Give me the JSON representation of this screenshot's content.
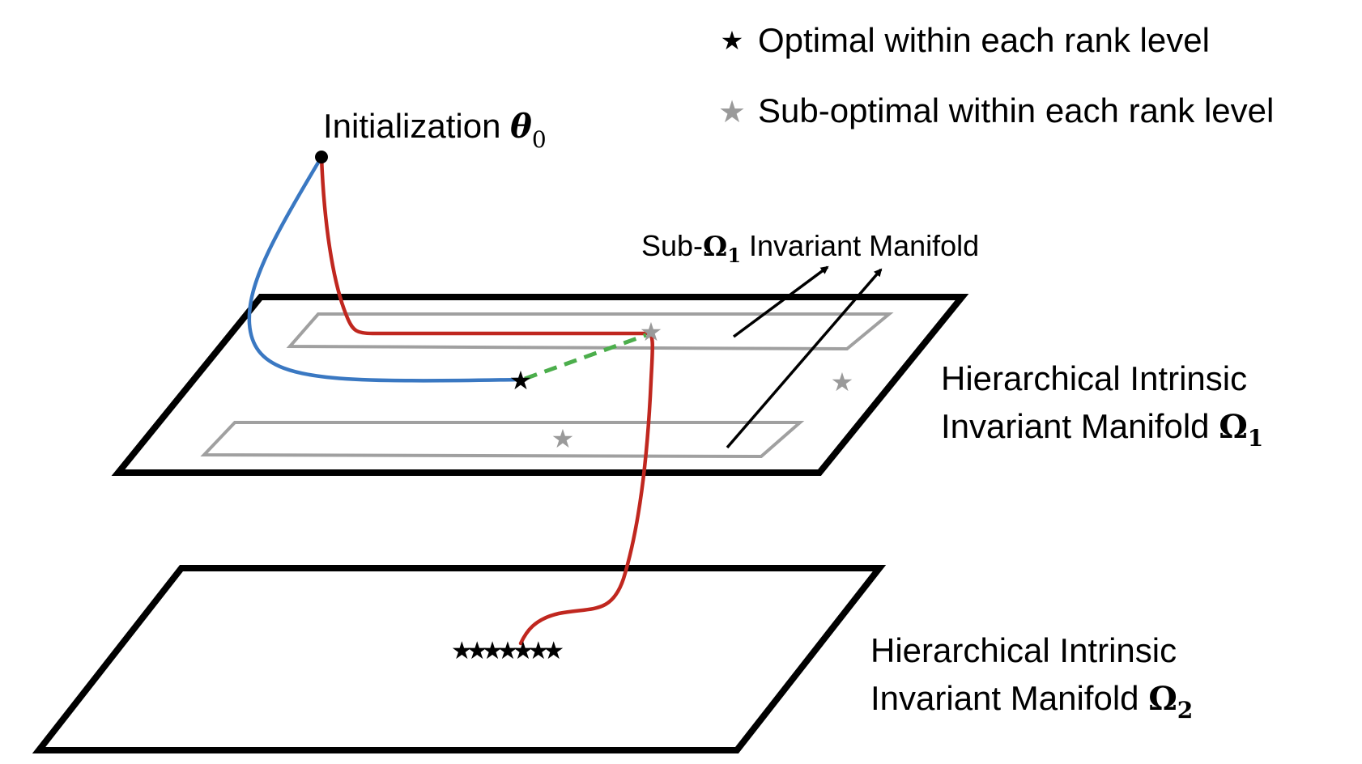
{
  "legend": {
    "optimal": {
      "symbol": "★",
      "label": "Optimal within each rank level",
      "color": "#000000"
    },
    "suboptimal": {
      "symbol": "★",
      "label": "Sub-optimal within each rank level",
      "color": "#9a9a9a"
    }
  },
  "labels": {
    "init_text": "Initialization ",
    "init_symbol": "θ",
    "init_sub": "0",
    "sub_prefix": "Sub-",
    "sub_symbol": "Ω",
    "sub_index": "1",
    "sub_suffix": " Invariant Manifold",
    "omega1_line1": "Hierarchical Intrinsic",
    "omega1_line2": "Invariant Manifold ",
    "omega1_symbol": "Ω",
    "omega1_index": "1",
    "omega2_line1": "Hierarchical Intrinsic",
    "omega2_line2": "Invariant Manifold ",
    "omega2_symbol": "Ω",
    "omega2_index": "2"
  },
  "stars": {
    "cluster": "★★★★★★★",
    "optimal_upper": "★",
    "suboptimal": "★"
  },
  "colors": {
    "blue_path": "#3a78c2",
    "red_path": "#c0271f",
    "green_dashed": "#4cae4c",
    "gray_outline": "#a0a0a0",
    "plane_outline": "#000000"
  }
}
